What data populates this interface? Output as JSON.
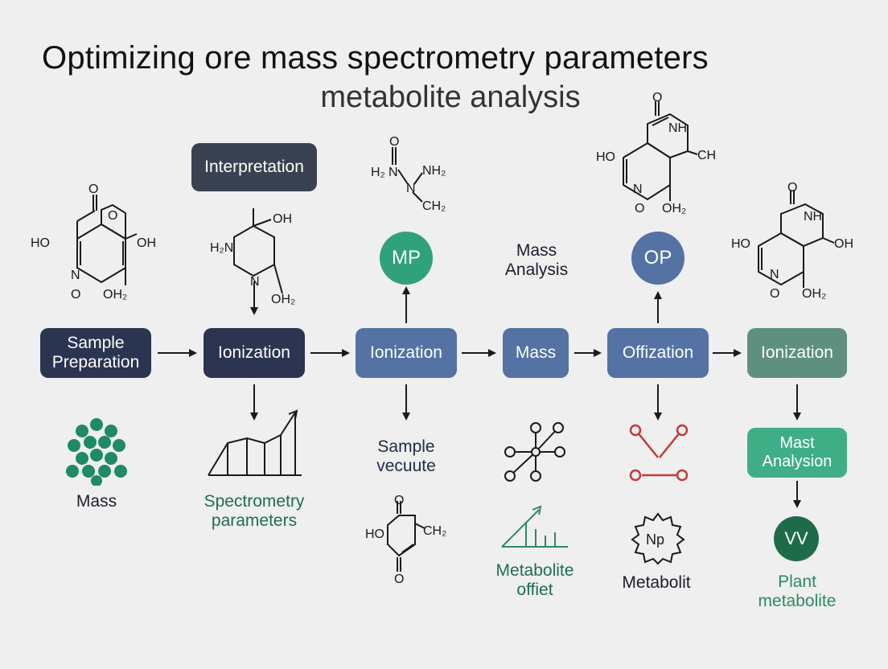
{
  "title": "Optimizing ore mass spectrometry parameters",
  "subtitle": "metabolite analysis",
  "colors": {
    "dark_navy": "#2b3450",
    "slate": "#3a4150",
    "blue": "#5472a4",
    "teal_gray": "#5f8f80",
    "green_box": "#3fae86",
    "green_circle": "#2fa27c",
    "dark_green": "#1e6b4a",
    "red": "#c43a3a"
  },
  "flow": {
    "sample_preparation": "Sample Preparation",
    "ionization_1": "Ionization",
    "ionization_2": "Ionization",
    "mass": "Mass",
    "offization": "Offization",
    "ionization_3": "Ionization"
  },
  "interpretation": "Interpretation",
  "circles": {
    "mp": "MP",
    "op": "OP",
    "vv": "VV",
    "np": "Np"
  },
  "mass_analysis_label": "Mass Analysis",
  "mast_analysion": "Mast Analysion",
  "bottom_labels": {
    "mass": "Mass",
    "spectrometry_parameters": "Spectrometry parameters",
    "sample_vecuute": "Sample vecuute",
    "metabolite_offiet": "Metabolite offiet",
    "metabolit": "Metabolit",
    "plant_metabolite": "Plant metabolite"
  },
  "chem_labels": {
    "ho": "HO",
    "oh": "OH",
    "o": "O",
    "oh2": "OH₂",
    "nh": "NH",
    "n": "N",
    "ch": "CH",
    "h2n": "H₂N",
    "nh2": "NH₂",
    "ch2": "CH₂",
    "h2": "H₂"
  }
}
